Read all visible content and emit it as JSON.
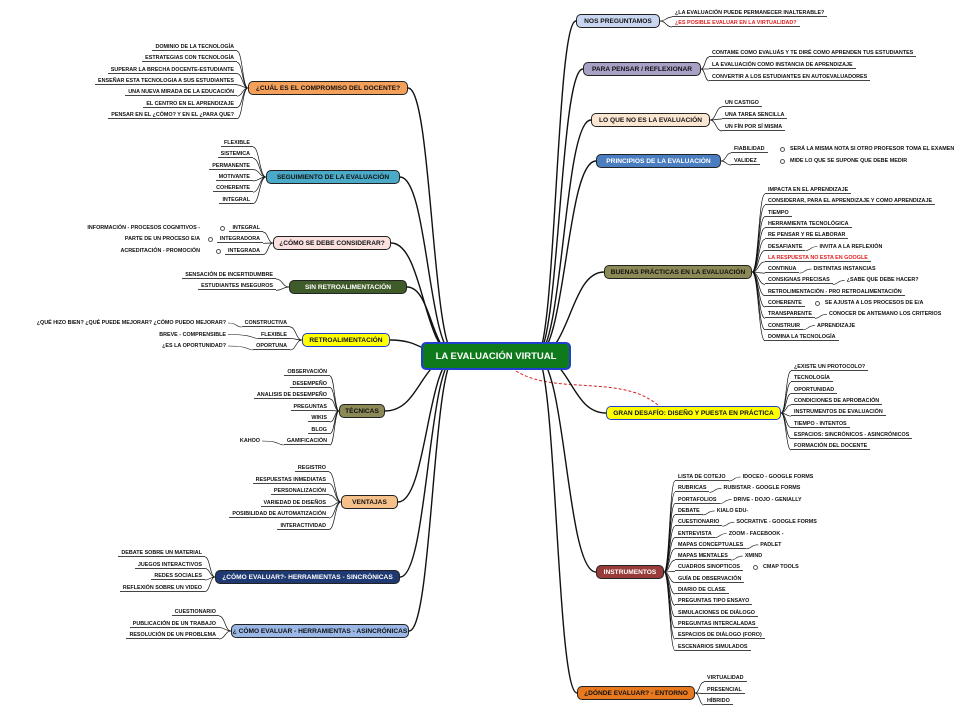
{
  "center": "LA EVALUACIÓN VIRTUAL",
  "branches": [
    {
      "id": "nos",
      "label": "NOS PREGUNTAMOS",
      "bg": "#c9d6ef",
      "leaves": [
        {
          "t": "¿LA EVALUACIÓN PUEDE PERMANECER INALTERABLE?"
        },
        {
          "t": "¿ES POSIBLE EVALUAR EN LA VIRTUALIDAD?",
          "red": true
        }
      ]
    },
    {
      "id": "para",
      "label": "PARA PENSAR / REFLEXIONAR",
      "bg": "#a9a0c6",
      "leaves": [
        {
          "t": "CONTAME COMO EVALUÁS Y TE DIRÉ COMO APRENDEN TUS ESTUDIANTES"
        },
        {
          "t": "LA EVALUACIÓN COMO INSTANCIA DE APRENDIZAJE"
        },
        {
          "t": "CONVERTIR A LOS ESTUDIANTES EN AUTOEVALUADORES"
        }
      ]
    },
    {
      "id": "noes",
      "label": "LO QUE NO ES LA EVALUACIÓN",
      "bg": "#fbe6d2",
      "leaves": [
        {
          "t": "UN CASTIGO"
        },
        {
          "t": "UNA TAREA SENCILLA"
        },
        {
          "t": "UN FÍN POR SÍ MISMA"
        }
      ]
    },
    {
      "id": "princ",
      "label": "PRINCIPIOS DE LA EVALUACIÓN",
      "bg": "#4b7ec0",
      "leaves": [
        {
          "t": "FIABILIDAD",
          "sub": "SERÁ LA MISMA NOTA SI OTRO PROFESOR TOMA EL EXAMEN"
        },
        {
          "t": "VALIDEZ",
          "sub": "MIDE LO QUE SE SUPONE QUE DEBE MEDIR"
        }
      ]
    },
    {
      "id": "buenas",
      "label": "BUENAS PRÁCTICAS EN LA EVALUACIÓN",
      "bg": "#8b8a57",
      "leaves": [
        {
          "t": "IMPACTA EN EL APRENDIZAJE"
        },
        {
          "t": "CONSIDERAR, PARA EL APRENDIZAJE Y COMO APRENDIZAJE"
        },
        {
          "t": "TIEMPO"
        },
        {
          "t": "HERRAMIENTA TECNOLÓGICA"
        },
        {
          "t": "RE PENSAR Y RE ELABORAR"
        },
        {
          "t": "DESAFIANTE",
          "sub": "INVITA A LA REFLEXIÓN"
        },
        {
          "t": "LA RESPUESTA NO ESTA EN GOOGLE",
          "red": true
        },
        {
          "t": "CONTINUA",
          "sub": "DISTINTAS INSTANCIAS"
        },
        {
          "t": "CONSIGNAS PRECISAS",
          "sub": "¿SABE QUE DEBE HACER?"
        },
        {
          "t": "RETROLIMENTACIÓN - PRO RETROALIMENTACIÓN"
        },
        {
          "t": "COHERENTE",
          "sub": "SE AJUSTA A LOS PROCESOS DE E/A",
          "circle": true
        },
        {
          "t": "TRANSPARENTE",
          "sub": "CONOCER DE ANTEMANO LOS CRITERIOS"
        },
        {
          "t": "CONSTRUIR",
          "sub": "APRENDIZAJE"
        },
        {
          "t": "DOMINA LA TECNOLOGÍA"
        }
      ]
    },
    {
      "id": "gran",
      "label": "GRAN DESAFÍO: DISEÑO Y PUESTA EN PRÁCTICA",
      "bg": "#ffff00",
      "leaves": [
        {
          "t": "¿EXISTE UN PROTOCOLO?"
        },
        {
          "t": "TECNOLOGÍA"
        },
        {
          "t": "OPORTUNIDAD"
        },
        {
          "t": "CONDICIONES DE APROBACIÓN"
        },
        {
          "t": "INSTRUMENTOS DE EVALUACIÓN"
        },
        {
          "t": "TIEMPO - INTENTOS"
        },
        {
          "t": "ESPACIOS: SINCRÓNICOS - ASINCRÓNICOS"
        },
        {
          "t": "FORMACIÓN DEL DOCENTE"
        }
      ]
    },
    {
      "id": "instr",
      "label": "INSTRUMENTOS",
      "bg": "#9a3b3b",
      "leaves": [
        {
          "t": "LISTA DE COTEJO",
          "sub": "IDOCEO - GOOGLE FORMS"
        },
        {
          "t": "RUBRICAS",
          "sub": "RUBISTAR - GOOGLE FORMS"
        },
        {
          "t": "PORTAFOLIOS",
          "sub": "DRIVE - DOJO - GENIALLY"
        },
        {
          "t": "DEBATE",
          "sub": "KIALO EDU-"
        },
        {
          "t": "CUESTIONARIO",
          "sub": "SOCRATIVE - GOOGLE FORMS"
        },
        {
          "t": "ENTREVISTA",
          "sub": "ZOOM - FACEBOOK -"
        },
        {
          "t": "MAPAS CONCEPTUALES",
          "sub": "PADLET"
        },
        {
          "t": "MAPAS MENTALES",
          "sub": "XMIND"
        },
        {
          "t": "CUADROS SINOPTICOS",
          "sub": "CMAP TOOLS",
          "circle": true
        },
        {
          "t": "GUÍA DE OBSERVACIÓN"
        },
        {
          "t": "DIARIO DE CLASE"
        },
        {
          "t": "PREGUNTAS TIPO ENSAYO"
        },
        {
          "t": "SIMULACIONES DE DIÁLOGO"
        },
        {
          "t": "PREGUNTAS INTERCALADAS"
        },
        {
          "t": "ESPACIOS DE DIÁLOGO (FORO)"
        },
        {
          "t": "ESCENARIOS SIMULADOS"
        }
      ]
    },
    {
      "id": "donde",
      "label": "¿DÓNDE EVALUAR? - ENTORNO",
      "bg": "#e8791e",
      "leaves": [
        {
          "t": "VIRTUALIDAD"
        },
        {
          "t": "PRESENCIAL"
        },
        {
          "t": "HÍBRIDO"
        }
      ]
    },
    {
      "id": "comp",
      "label": "¿CUÁL ES EL COMPROMISO DEL DOCENTE?",
      "bg": "#f5a05a",
      "leaves": [
        {
          "t": "DOMINIO DE LA TECNOLOGÍA"
        },
        {
          "t": "ESTRATEGIAS CON TECNOLOGÍA"
        },
        {
          "t": "SUPERAR LA BRECHA DOCENTE-ESTUDIANTE"
        },
        {
          "t": "ENSEÑAR ESTA TECNOLOGIA A SUS ESTUDIANTES"
        },
        {
          "t": "UNA NUEVA MIRADA DE LA EDUCACIÓN"
        },
        {
          "t": "EL CENTRO EN EL APRENDIZAJE"
        },
        {
          "t": "PENSAR EN EL ¿CÓMO? Y EN EL ¿PARA QUE?"
        }
      ]
    },
    {
      "id": "seg",
      "label": "SEGUIMIENTO  DE LA EVALUACIÓN",
      "bg": "#4aaac8",
      "leaves": [
        {
          "t": "FLEXIBLE"
        },
        {
          "t": "SISTEMICA"
        },
        {
          "t": "PERMANENTE"
        },
        {
          "t": "MOTIVANTE"
        },
        {
          "t": "COHERENTE"
        },
        {
          "t": "INTEGRAL"
        }
      ]
    },
    {
      "id": "cons",
      "label": "¿CÓMO SE DEBE CONSIDERAR?",
      "bg": "#fbe0e0",
      "leaves": [
        {
          "t": "INTEGRAL",
          "sub": "INFORMACIÓN - PROCESOS COGNITIVOS -"
        },
        {
          "t": "INTEGRADORA",
          "sub": "PARTE DE UN PROCESO E/A"
        },
        {
          "t": "INTEGRADA",
          "sub": "ACREDITACIÓN - PROMOCIÓN"
        }
      ]
    },
    {
      "id": "sin",
      "label": "SIN RETROALIMENTACIÓN",
      "bg": "#3f5b2a",
      "leaves": [
        {
          "t": "SENSACIÓN DE INCERTIDUMBRE"
        },
        {
          "t": "ESTUDIANTES INSEGUROS"
        }
      ]
    },
    {
      "id": "retro",
      "label": "RETROALIMENTACIÓN",
      "bg": "#ffff00",
      "leaves": [
        {
          "t": "CONSTRUCTIVA",
          "sub": "¿QUÉ HIZO BIEN? ¿QUÉ PUEDE MEJORAR? ¿CÓMO PUEDO MEJORAR?"
        },
        {
          "t": "FLEXIBLE",
          "sub": "BREVE - COMPRENSIBLE"
        },
        {
          "t": "OPORTUNA",
          "sub": "¿ES LA OPORTUNIDAD?"
        }
      ]
    },
    {
      "id": "tec",
      "label": "TÉCNICAS",
      "bg": "#8b8a57",
      "leaves": [
        {
          "t": "OBSERVACIÓN"
        },
        {
          "t": "DESEMPEÑO"
        },
        {
          "t": "ANALISIS DE DESEMPEÑO"
        },
        {
          "t": "PREGUNTAS"
        },
        {
          "t": "WIKIS"
        },
        {
          "t": "BLOG"
        },
        {
          "t": "GAMIFICACIÓN",
          "sub": "KAHOO"
        }
      ]
    },
    {
      "id": "vent",
      "label": "VENTAJAS",
      "bg": "#f5c08a",
      "leaves": [
        {
          "t": "REGISTRO"
        },
        {
          "t": "RESPUESTAS INMEDIATAS"
        },
        {
          "t": "PERSONALIZACIÓN"
        },
        {
          "t": "VARIEDAD DE DISEÑOS"
        },
        {
          "t": "POSIBILIDAD DE AUTOMATIZACIÓN"
        },
        {
          "t": "INTERACTIVIDAD"
        }
      ]
    },
    {
      "id": "sinc",
      "label": "¿CÓMO EVALUAR?- HERRAMIENTAS - SINCRÓNICAS",
      "bg": "#1f3a73",
      "leaves": [
        {
          "t": "DEBATE SOBRE UN MATERIAL"
        },
        {
          "t": "JUEGOS INTERACTIVOS"
        },
        {
          "t": "REDES SOCIALES"
        },
        {
          "t": "REFLEXIÓN SOBRE UN VIDEO"
        }
      ]
    },
    {
      "id": "asinc",
      "label": "¿ CÓMO EVALUAR - HERRAMIENTAS - ASINCRÓNICAS",
      "bg": "#9ab7e6",
      "leaves": [
        {
          "t": "CUESTIONARIO"
        },
        {
          "t": "PUBLICACIÓN DE UN TRABAJO"
        },
        {
          "t": "RESOLUCIÓN DE UN PROBLEMA"
        }
      ]
    }
  ]
}
